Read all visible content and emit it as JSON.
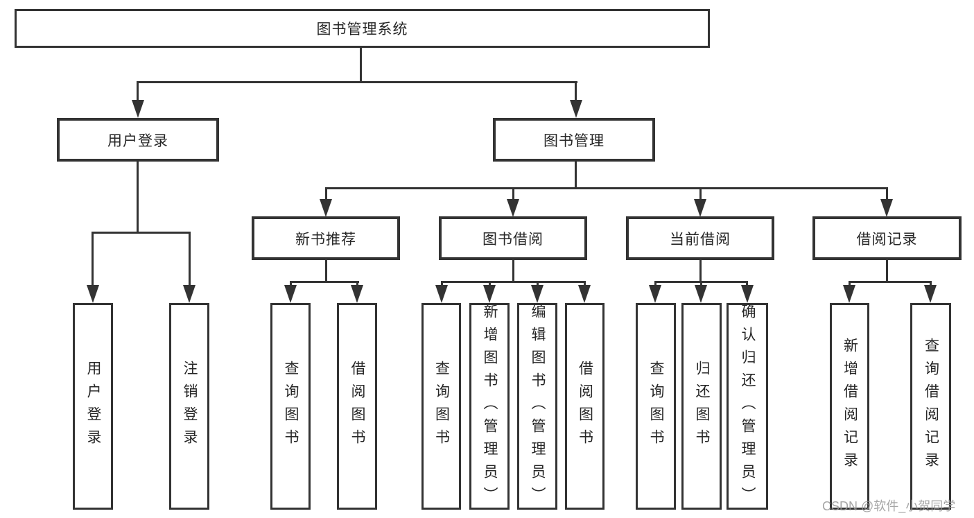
{
  "diagram": {
    "title": "图书管理系统",
    "branches": [
      {
        "label": "用户登录",
        "children": [
          {
            "label": "用户登录"
          },
          {
            "label": "注销登录"
          }
        ]
      },
      {
        "label": "图书管理",
        "children": [
          {
            "label": "新书推荐",
            "children": [
              {
                "label": "查询图书"
              },
              {
                "label": "借阅图书"
              }
            ]
          },
          {
            "label": "图书借阅",
            "children": [
              {
                "label": "查询图书"
              },
              {
                "label": "新增图书（管理员）"
              },
              {
                "label": "编辑图书（管理员）"
              },
              {
                "label": "借阅图书"
              }
            ]
          },
          {
            "label": "当前借阅",
            "children": [
              {
                "label": "查询图书"
              },
              {
                "label": "归还图书"
              },
              {
                "label": "确认归还（管理员）"
              }
            ]
          },
          {
            "label": "借阅记录",
            "children": [
              {
                "label": "新增借阅记录"
              },
              {
                "label": "查询借阅记录"
              }
            ]
          }
        ]
      }
    ]
  },
  "watermark": {
    "text": "CSDN @软件_小贺同学"
  },
  "colors": {
    "line": "#333333",
    "text": "#262626",
    "background": "#ffffff",
    "watermark": "#969696"
  }
}
